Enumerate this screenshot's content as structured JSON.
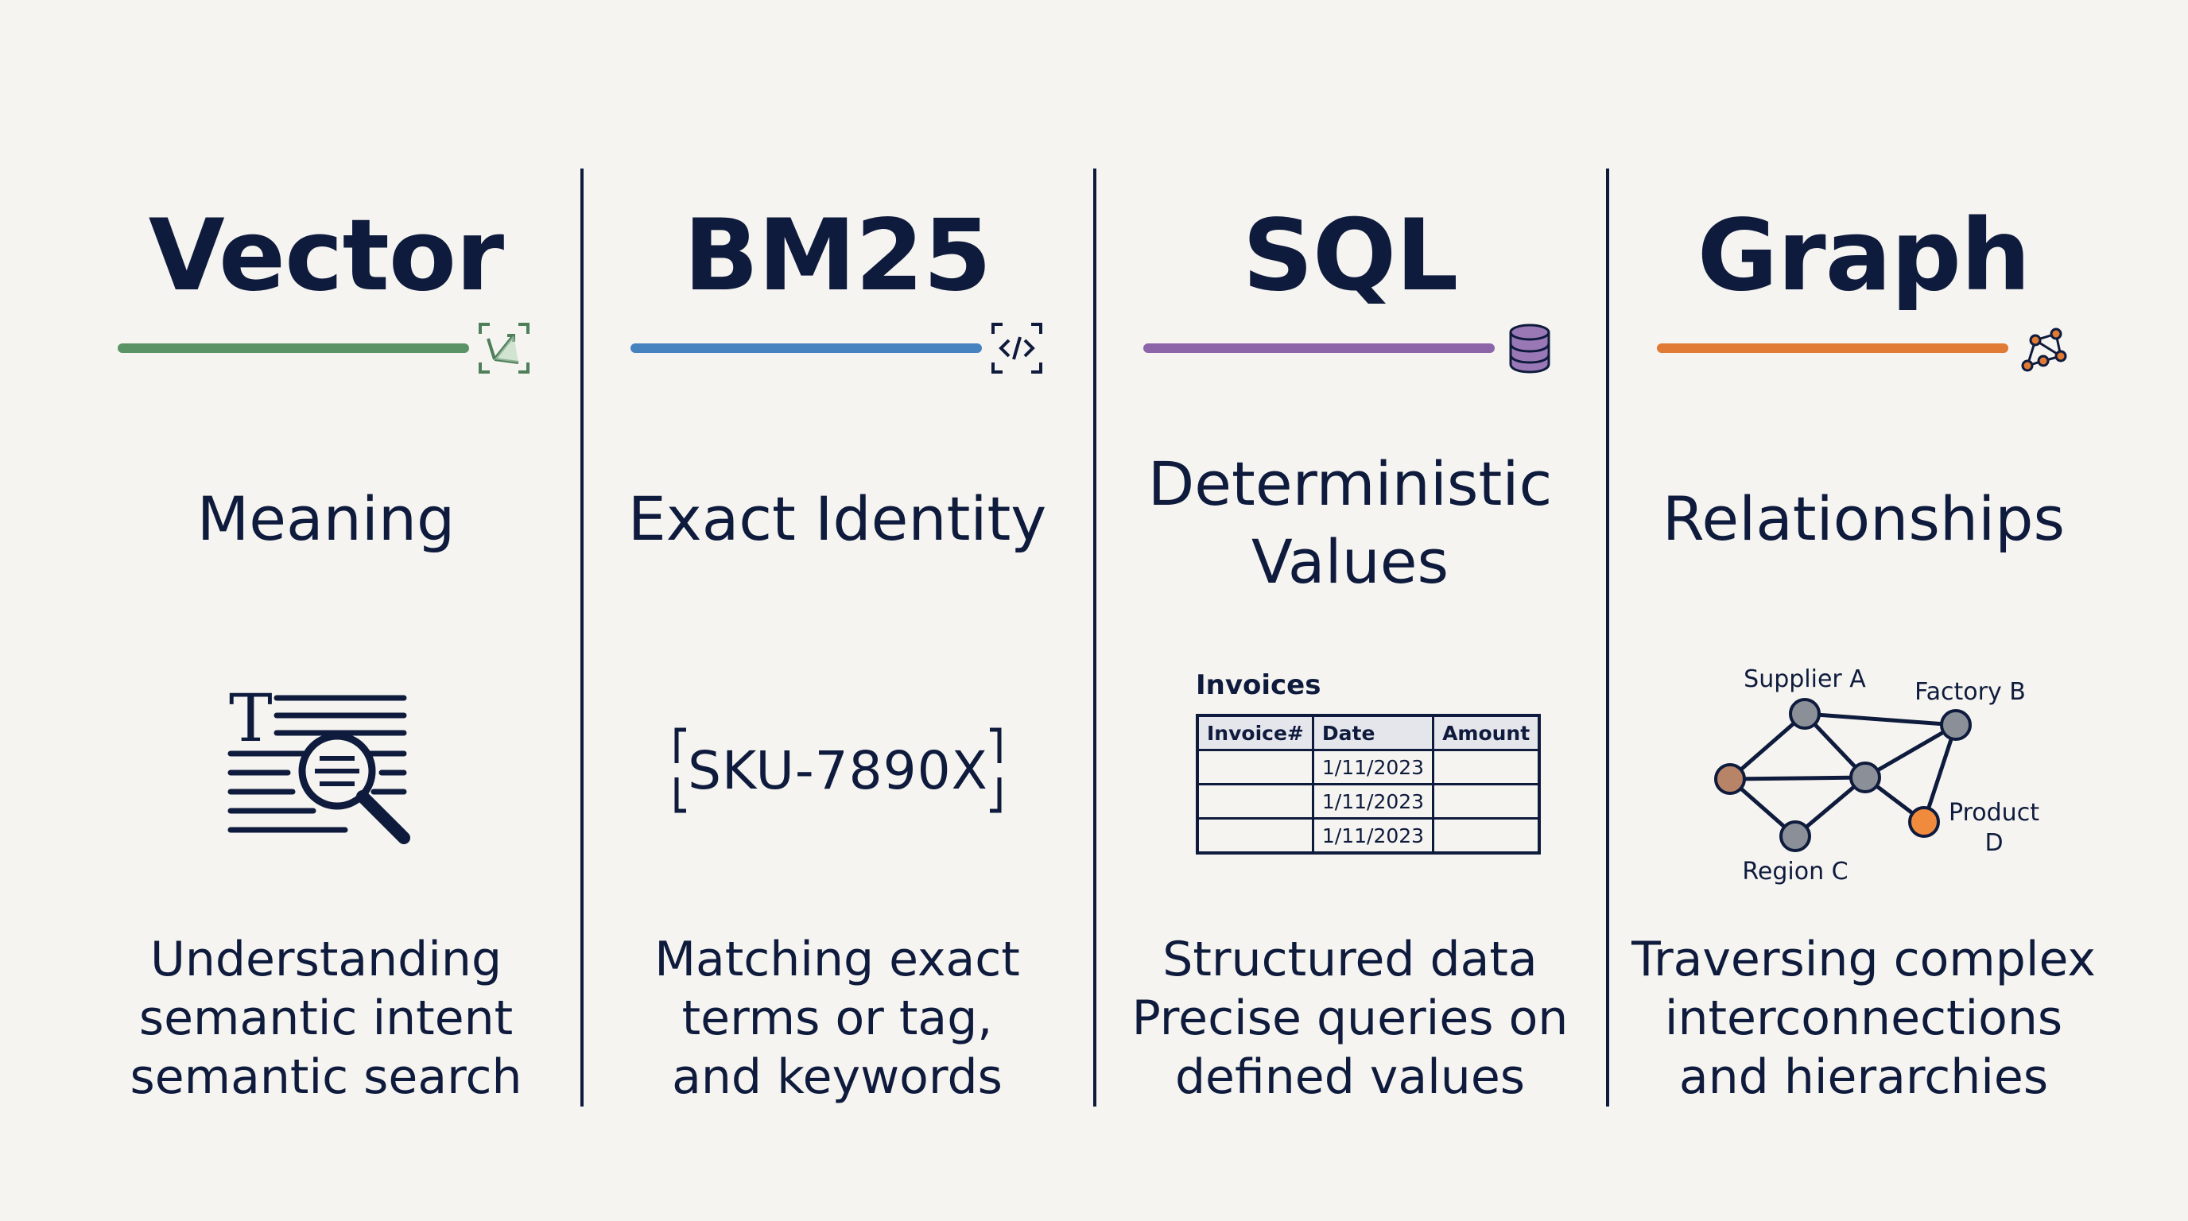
{
  "columns": [
    {
      "title": "Vector",
      "subtitle_lines": [
        "Meaning"
      ],
      "description_lines": [
        "Understanding",
        "semantic intent",
        "semantic search"
      ],
      "accent": "#5a9466",
      "icon": "vector-expand-icon"
    },
    {
      "title": "BM25",
      "subtitle_lines": [
        "Exact Identity"
      ],
      "description_lines": [
        "Matching exact",
        "terms or tag,",
        "and keywords"
      ],
      "accent": "#4682c0",
      "icon": "code-brackets-icon",
      "sku_label": "SKU-7890X"
    },
    {
      "title": "SQL",
      "subtitle_lines": [
        "Deterministic",
        "Values"
      ],
      "description_lines": [
        "Structured data",
        "Precise queries on",
        "defined values"
      ],
      "accent": "#8c64a8",
      "icon": "database-icon",
      "table": {
        "caption": "Invoices",
        "headers": [
          "Invoice#",
          "Date",
          "Amount"
        ],
        "rows": [
          [
            "",
            "1/11/2023",
            ""
          ],
          [
            "",
            "1/11/2023",
            ""
          ],
          [
            "",
            "1/11/2023",
            ""
          ]
        ]
      }
    },
    {
      "title": "Graph",
      "subtitle_lines": [
        "Relationships"
      ],
      "description_lines": [
        "Traversing complex",
        "interconnections",
        "and hierarchies"
      ],
      "accent": "#e07a34",
      "icon": "graph-network-icon",
      "graph_labels": {
        "supplier": "Supplier A",
        "factory": "Factory B",
        "product_line1": "Product",
        "product_line2": "D",
        "region": "Region C"
      }
    }
  ]
}
